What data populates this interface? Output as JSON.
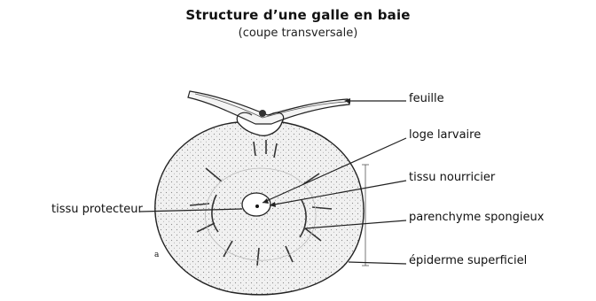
{
  "title": "Structure d’une galle en baie",
  "subtitle": "(coupe transversale)",
  "labels": {
    "feuille": "feuille",
    "loge_larvaire": "loge larvaire",
    "tissu_nourricier": "tissu nourricier",
    "tissu_protecteur": "tissu protecteur",
    "parenchyme_spongieux": "parenchyme spongieux",
    "epiderme_superficiel": "épiderme superficiel",
    "figure_letter": "a"
  },
  "colors": {
    "line": "#222222",
    "fill": "#e9e9e9"
  }
}
